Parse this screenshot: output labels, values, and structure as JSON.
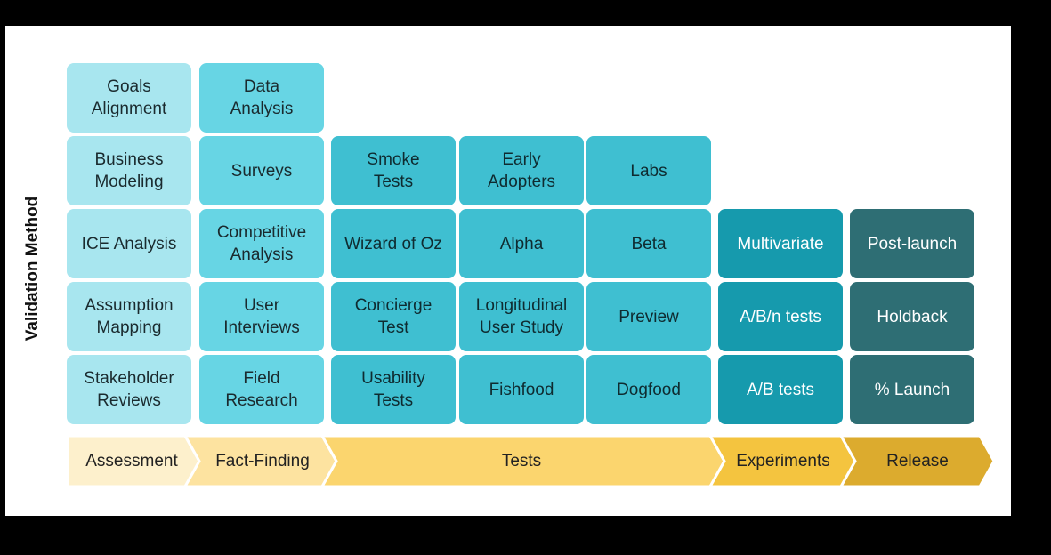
{
  "ylabel": "Validation Method",
  "columns": [
    {
      "id": "assessment",
      "cells": [
        "Goals\nAlignment",
        "Business\nModeling",
        "ICE Analysis",
        "Assumption\nMapping",
        "Stakeholder\nReviews"
      ]
    },
    {
      "id": "fact-finding",
      "cells": [
        "Data\nAnalysis",
        "Surveys",
        "Competitive\nAnalysis",
        "User\nInterviews",
        "Field\nResearch"
      ]
    },
    {
      "id": "tests-1",
      "cells": [
        "Smoke\nTests",
        "Wizard of Oz",
        "Concierge\nTest",
        "Usability\nTests"
      ]
    },
    {
      "id": "tests-2",
      "cells": [
        "Early\nAdopters",
        "Alpha",
        "Longitudinal\nUser Study",
        "Fishfood"
      ]
    },
    {
      "id": "tests-3",
      "cells": [
        "Labs",
        "Beta",
        "Preview",
        "Dogfood"
      ]
    },
    {
      "id": "experiments",
      "cells": [
        "Multivariate",
        "A/B/n tests",
        "A/B tests"
      ]
    },
    {
      "id": "release",
      "cells": [
        "Post-launch",
        "Holdback",
        "% Launch"
      ]
    }
  ],
  "stages": [
    "Assessment",
    "Fact-Finding",
    "Tests",
    "Experiments",
    "Release"
  ],
  "colors": {
    "assessment": "#a8e6ef",
    "fact-finding": "#67d5e4",
    "tests": "#3fbfd1",
    "experiments": "#169aad",
    "release": "#2e6e74",
    "stage_assessment": "#fdf0cc",
    "stage_fact": "#fde3a0",
    "stage_tests": "#fbd56e",
    "stage_experiments": "#f4c43f",
    "stage_release": "#dcab2e"
  }
}
